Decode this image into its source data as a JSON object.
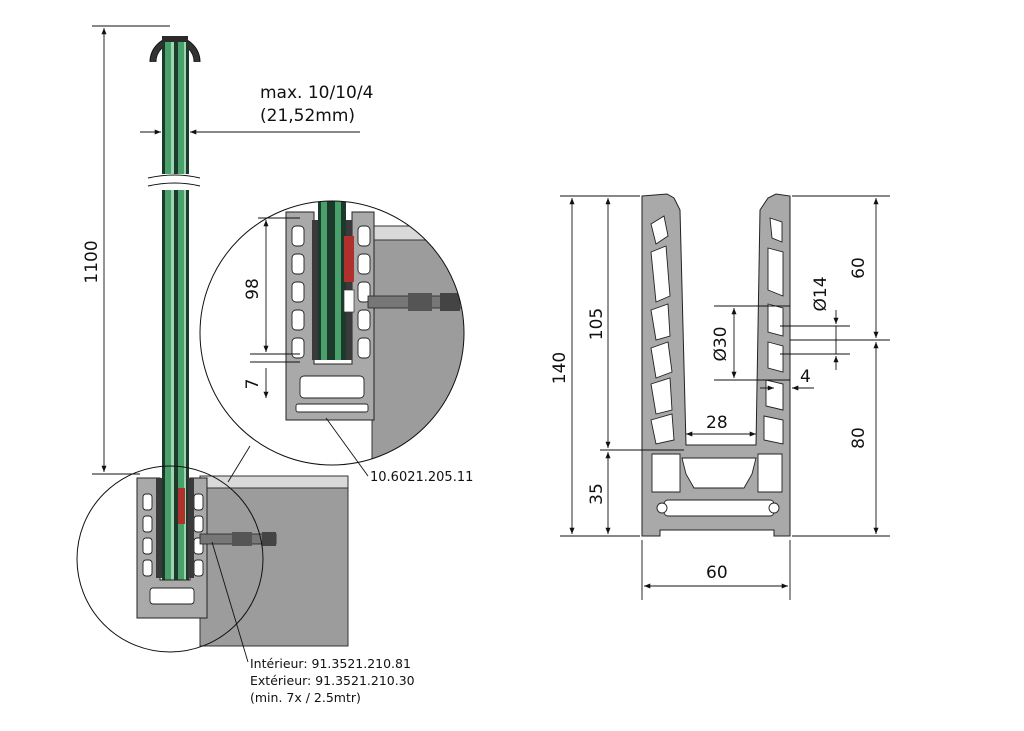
{
  "left_view": {
    "height_dim": "1100",
    "glass_spec_line1": "max. 10/10/4",
    "glass_spec_line2": "(21,52mm)"
  },
  "detail_view": {
    "dim_98": "98",
    "dim_7": "7",
    "part_ref": "10.6021.205.11"
  },
  "anchor_note": {
    "line1": "Intérieur: 91.3521.210.81",
    "line2": "Extérieur: 91.3521.210.30",
    "line3": "(min. 7x / 2.5mtr)"
  },
  "profile_section": {
    "dim_total_height": "140",
    "dim_105": "105",
    "dim_35": "35",
    "dim_60_top": "60",
    "dim_80": "80",
    "dim_hole_14": "Ø14",
    "dim_hole_30": "Ø30",
    "dim_4": "4",
    "dim_28": "28",
    "dim_width": "60"
  },
  "colors": {
    "glass": "#4aa06a",
    "profile": "#a9a9a9",
    "concrete": "#9c9c9c",
    "seal_red": "#b0302c"
  }
}
